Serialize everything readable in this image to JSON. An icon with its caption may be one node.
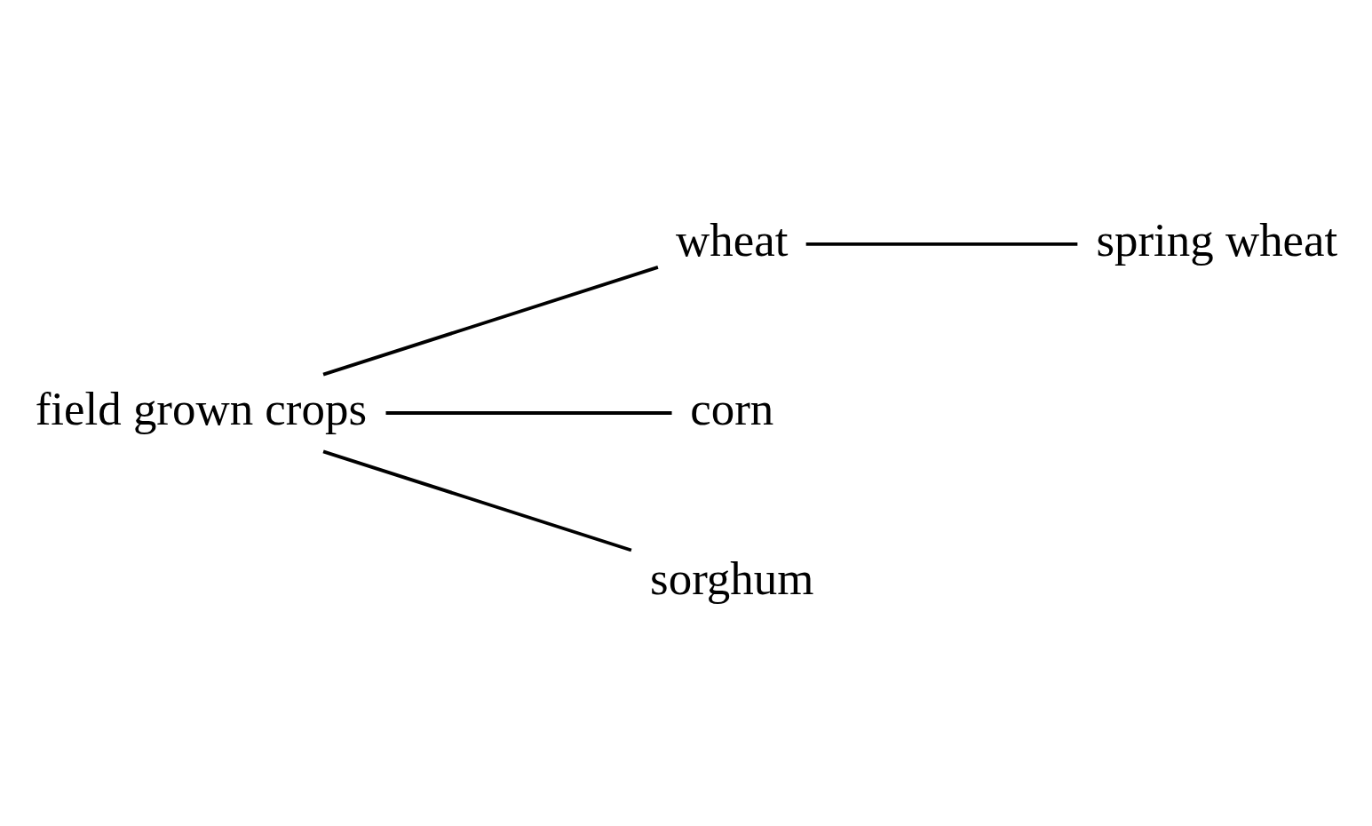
{
  "diagram": {
    "nodes": [
      {
        "text": [
          "field grown crops"
        ]
      },
      {
        "text": [
          "wheat"
        ]
      },
      {
        "text": [
          "spring wheat"
        ]
      },
      {
        "text": [
          "corn"
        ]
      },
      {
        "text": [
          "sorghum"
        ]
      }
    ],
    "edges": [
      {
        "from": 0,
        "to": 1,
        "arrow": "none"
      },
      {
        "from": 1,
        "to": 2,
        "arrow": "none"
      },
      {
        "from": 0,
        "to": 3,
        "arrow": "none"
      },
      {
        "from": 0,
        "to": 4,
        "arrow": "none"
      }
    ]
  }
}
